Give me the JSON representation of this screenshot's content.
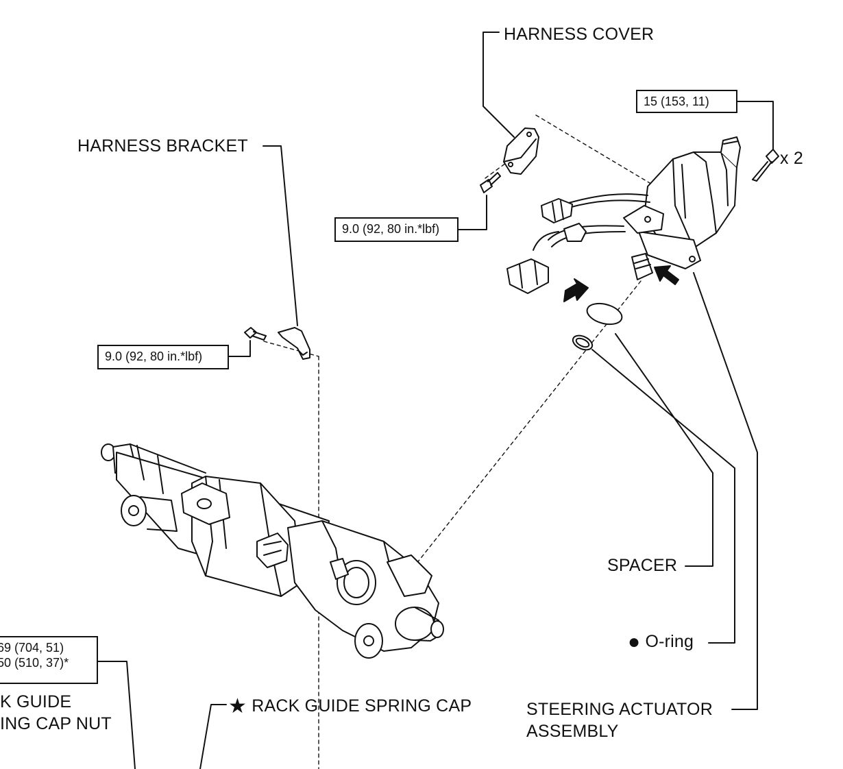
{
  "labels": {
    "harness_cover": "HARNESS COVER",
    "harness_bracket": "HARNESS BRACKET",
    "spacer": "SPACER",
    "o_ring": "O-ring",
    "rack_guide_spring_cap": "RACK GUIDE SPRING CAP",
    "steering_actuator_line1": "STEERING ACTUATOR",
    "steering_actuator_line2": "ASSEMBLY",
    "rack_guide_nut_line1": "K GUIDE",
    "rack_guide_nut_line2": "ING CAP NUT"
  },
  "torque_specs": {
    "actuator_bolt": "15 (153, 11)",
    "harness_cover_bolt": "9.0 (92, 80 in.*lbf)",
    "harness_bracket_bolt": "9.0 (92, 80 in.*lbf)",
    "nut_line1": "69 (704, 51)",
    "nut_line2": "50 (510, 37)*"
  },
  "quantity": "x 2",
  "symbols": {
    "non_reusable": "●",
    "precoated": "★"
  }
}
